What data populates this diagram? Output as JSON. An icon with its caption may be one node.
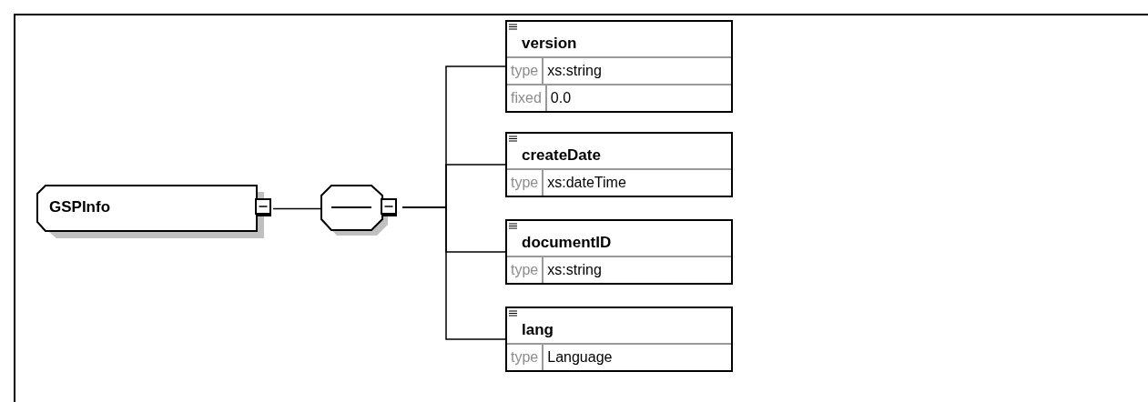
{
  "diagram": {
    "nodes": [
      {
        "text": [
          "GSPInfo"
        ]
      },
      {
        "text": [],
        "shape": "octagon"
      },
      {
        "text": [
          "version",
          "type",
          "xs:string",
          "fixed",
          "0.0"
        ]
      },
      {
        "text": [
          "createDate",
          "type",
          "xs:dateTime"
        ]
      },
      {
        "text": [
          "documentID",
          "type",
          "xs:string"
        ]
      },
      {
        "text": [
          "lang",
          "type",
          "Language"
        ]
      }
    ],
    "edges": [
      {
        "from": 0,
        "to": 1,
        "arrow": "none"
      },
      {
        "from": 1,
        "to": 2,
        "arrow": "none"
      },
      {
        "from": 1,
        "to": 3,
        "arrow": "none"
      },
      {
        "from": 1,
        "to": 4,
        "arrow": "none"
      },
      {
        "from": 1,
        "to": 5,
        "arrow": "none"
      }
    ]
  }
}
